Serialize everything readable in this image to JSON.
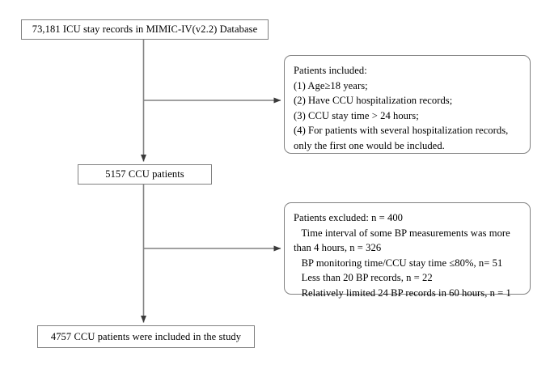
{
  "figure": {
    "type": "flowchart",
    "orientation": "top-to-bottom with right side branches",
    "line_color": "#818181",
    "text_color": "#000000",
    "background": "#ffffff"
  },
  "nodes": {
    "source": {
      "id": "source-cohort",
      "shape": "rectangle",
      "label": "73,181 ICU stay records in MIMIC-IV(v2.2) Database"
    },
    "intermediate": {
      "id": "ccu-patients",
      "shape": "rectangle",
      "label": "5157 CCU patients"
    },
    "final": {
      "id": "final-cohort",
      "shape": "rectangle",
      "label": "4757 CCU patients were included in the study"
    },
    "inclusion": {
      "id": "inclusion-criteria",
      "shape": "rounded-rectangle",
      "lines": [
        "Patients included:",
        "(1) Age≥18 years;",
        "(2) Have CCU hospitalization records;",
        "(3) CCU stay time > 24 hours;",
        "(4) For patients with several hospitalization records,",
        "only the first one would be included."
      ]
    },
    "exclusion": {
      "id": "exclusion-criteria",
      "shape": "rounded-rectangle",
      "lines": [
        "Patients excluded: n = 400",
        "   Time interval of some BP measurements was more",
        "than 4 hours, n = 326",
        "   BP monitoring time/CCU stay time ≤80%, n= 51",
        "   Less than 20 BP records, n = 22",
        "   Relatively limited 24 BP records in 60 hours, n = 1"
      ]
    }
  },
  "edges": [
    {
      "name": "source-to-intermediate",
      "from": "source-cohort",
      "to": "ccu-patients",
      "style": "vertical-arrow"
    },
    {
      "name": "trunk-to-inclusion",
      "from": "trunk",
      "to": "inclusion-criteria",
      "style": "horizontal-arrow"
    },
    {
      "name": "intermediate-to-final",
      "from": "ccu-patients",
      "to": "final-cohort",
      "style": "vertical-arrow"
    },
    {
      "name": "trunk-to-exclusion",
      "from": "trunk",
      "to": "exclusion-criteria",
      "style": "horizontal-arrow"
    }
  ]
}
